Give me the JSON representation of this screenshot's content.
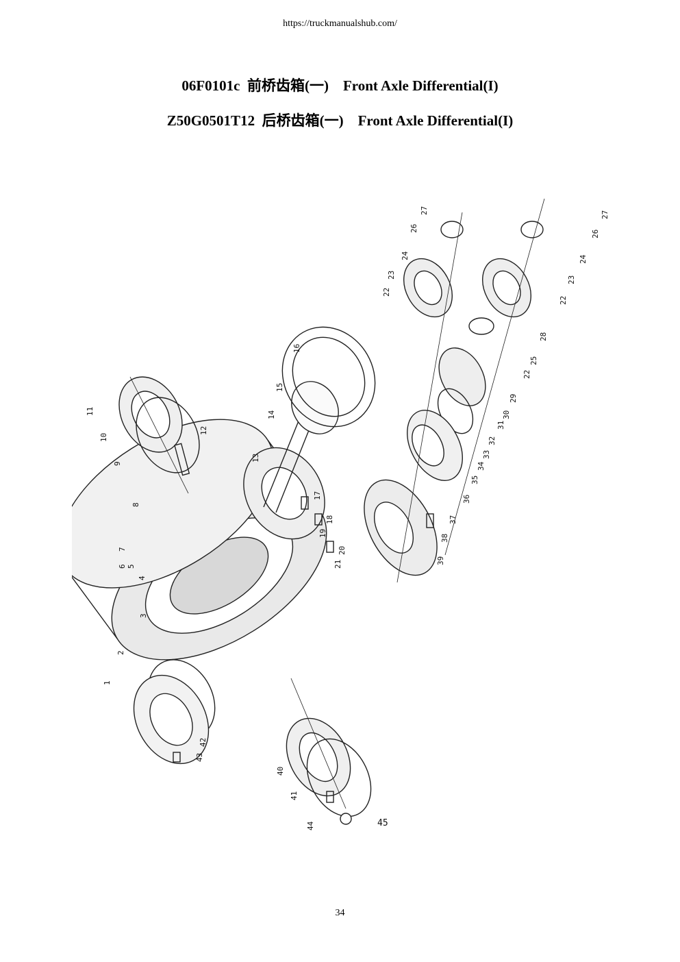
{
  "header": {
    "url": "https://truckmanualshub.com/"
  },
  "titles": [
    {
      "code": "06F0101c",
      "cn": "前桥齿箱(一)",
      "en": "Front Axle Differential(I)"
    },
    {
      "code": "Z50G0501T12",
      "cn": "后桥齿箱(一)",
      "en": "Front Axle Differential(I)"
    }
  ],
  "callouts": [
    "1",
    "2",
    "3",
    "4",
    "5",
    "6",
    "7",
    "8",
    "9",
    "10",
    "11",
    "12",
    "13",
    "14",
    "15",
    "16",
    "17",
    "18",
    "19",
    "20",
    "21",
    "22",
    "23",
    "24",
    "25",
    "26",
    "27",
    "28",
    "29",
    "30",
    "31",
    "32",
    "33",
    "34",
    "35",
    "36",
    "37",
    "38",
    "39",
    "40",
    "41",
    "42",
    "43",
    "44",
    "45"
  ],
  "footer": {
    "page_number": "34"
  }
}
